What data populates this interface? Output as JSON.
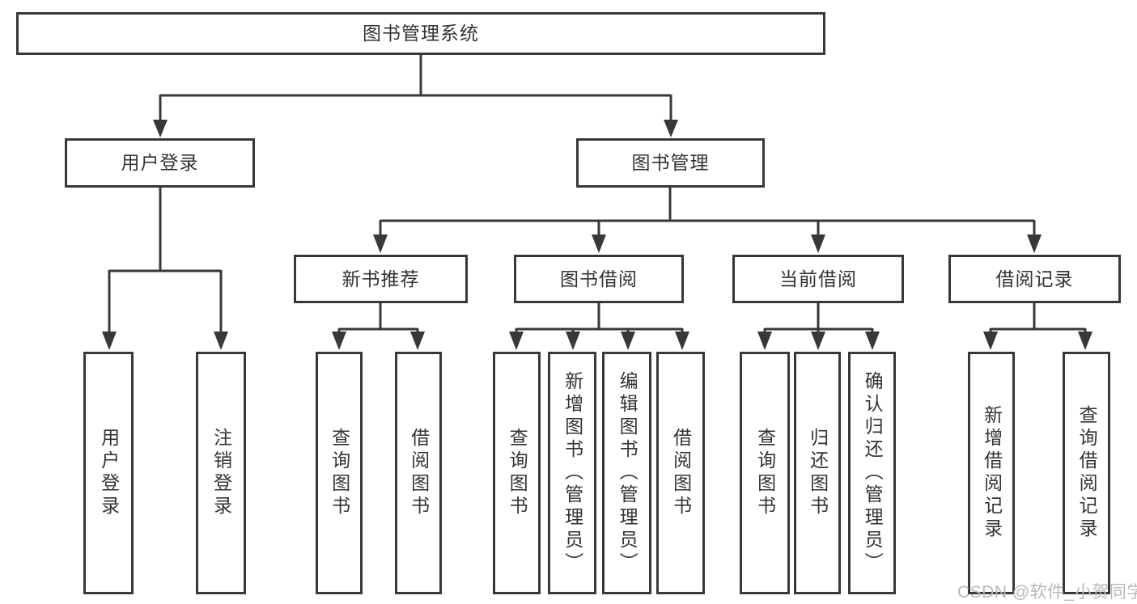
{
  "diagram": {
    "colors": {
      "line": "#383838",
      "text": "#333333",
      "box_bg": "#ffffff",
      "page_bg": "#ffffff",
      "watermark": "#b9b9b9"
    },
    "root": {
      "label": "图书管理系统"
    },
    "branches": [
      {
        "label": "用户登录",
        "children": [
          {
            "label": "用户登录"
          },
          {
            "label": "注销登录"
          }
        ]
      },
      {
        "label": "图书管理",
        "children": [
          {
            "label": "新书推荐",
            "children": [
              {
                "label": "查询图书"
              },
              {
                "label": "借阅图书"
              }
            ]
          },
          {
            "label": "图书借阅",
            "children": [
              {
                "label": "查询图书"
              },
              {
                "label": "新增图书（管理员）"
              },
              {
                "label": "编辑图书（管理员）"
              },
              {
                "label": "借阅图书"
              }
            ]
          },
          {
            "label": "当前借阅",
            "children": [
              {
                "label": "查询图书"
              },
              {
                "label": "归还图书"
              },
              {
                "label": "确认归还（管理员）"
              }
            ]
          },
          {
            "label": "借阅记录",
            "children": [
              {
                "label": "新增借阅记录"
              },
              {
                "label": "查询借阅记录"
              }
            ]
          }
        ]
      }
    ],
    "watermark": "CSDN @软件_小贺同学"
  }
}
